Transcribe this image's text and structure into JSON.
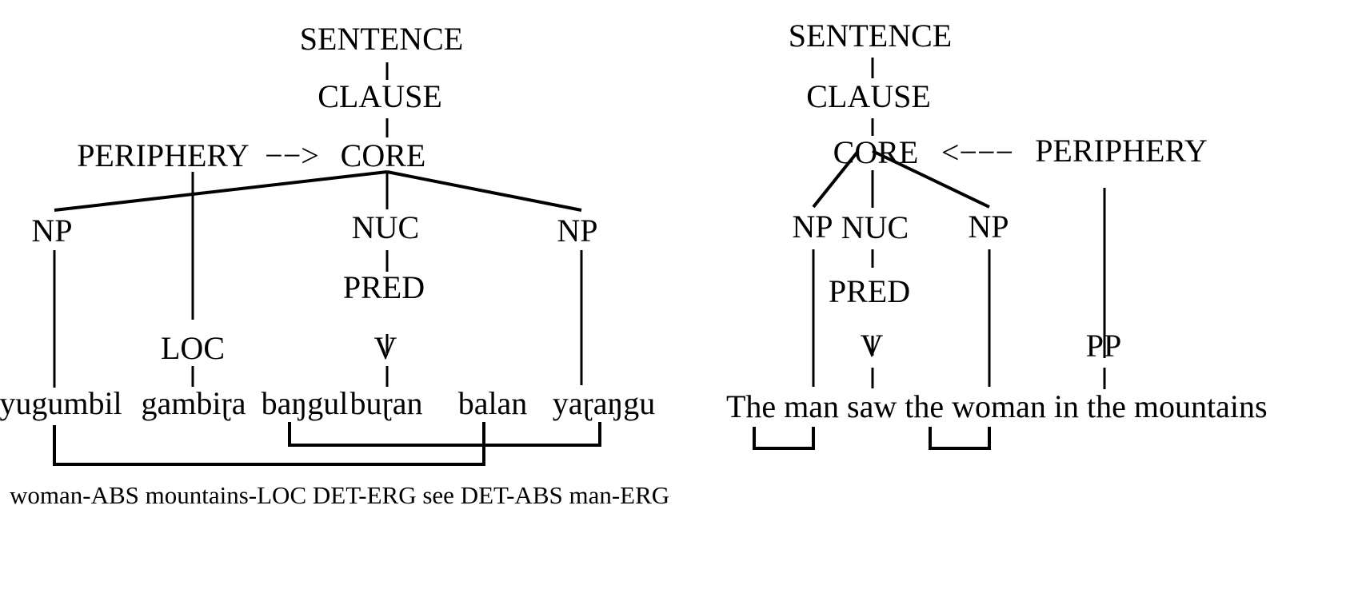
{
  "left_tree": {
    "sentence": "SENTENCE",
    "clause": "CLAUSE",
    "periphery": "PERIPHERY",
    "arrow": "−−>",
    "core": "CORE",
    "np_left": "NP",
    "nuc": "NUC",
    "np_right": "NP",
    "pred": "PRED",
    "loc": "LOC",
    "v": "V",
    "words": [
      "dyugumbil",
      "gambiɽa",
      "baŋgul",
      "buɽan",
      "balan",
      "yaɽaŋgu"
    ],
    "gloss": "woman-ABS mountains-LOC DET-ERG see DET-ABS man-ERG"
  },
  "right_tree": {
    "sentence": "SENTENCE",
    "clause": "CLAUSE",
    "core": "CORE",
    "arrow": "<−−−",
    "periphery": "PERIPHERY",
    "np_left": "NP",
    "nuc": "NUC",
    "np_right": "NP",
    "pred": "PRED",
    "v": "V",
    "pp": "PP",
    "sentence_text": "The man saw the woman in the mountains"
  }
}
